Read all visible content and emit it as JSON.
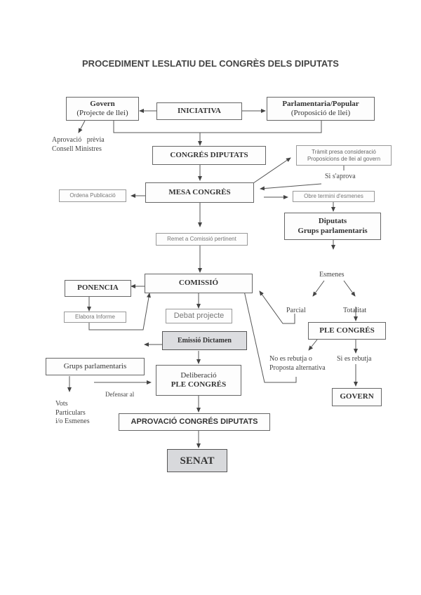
{
  "title": "PROCEDIMENT LESLATIU DEL CONGRÈS DELS DIPUTATS",
  "nodes": {
    "govern": {
      "line1": "Govern",
      "line2": "(Projecte de llei)"
    },
    "iniciativa": {
      "label": "INICIATIVA"
    },
    "parlamentaria": {
      "line1": "Parlamentaria/Popular",
      "line2": "(Proposició de llei)"
    },
    "congres_diputats": {
      "label": "CONGRÉS DIPUTATS"
    },
    "tramit": {
      "line1": "Tràmit presa consideració",
      "line2": "Proposicions de llei al govern"
    },
    "mesa_congres": {
      "label": "MESA CONGRÈS"
    },
    "ordena_publicacio": {
      "label": "Ordena Publicació"
    },
    "obre_termini": {
      "label": "Obre termini d'esmenes"
    },
    "diputats_grups": {
      "line1": "Diputats",
      "line2": "Grups parlamentaris"
    },
    "remet_comissio": {
      "label": "Remet a Comissió pertinent"
    },
    "comissio": {
      "label": "COMISSIÓ"
    },
    "ponencia": {
      "label": "PONENCIA"
    },
    "elabora_informe": {
      "label": "Elabora Informe"
    },
    "debat_projecte": {
      "label": "Debat projecte"
    },
    "emissio_dictamen": {
      "label": "Emissió Dictamen"
    },
    "ple_congres_right": {
      "label": "PLE CONGRÉS"
    },
    "grups_parlamentaris": {
      "label": "Grups parlamentaris"
    },
    "deliberacio": {
      "line1": "Deliberació",
      "line2": "PLE CONGRÉS"
    },
    "govern_bottom": {
      "label": "GOVERN"
    },
    "aprovacio": {
      "label": "APROVACIÓ CONGRÉS DIPUTATS"
    },
    "senat": {
      "label": "SENAT"
    }
  },
  "labels": {
    "aprovacio_previa": {
      "line1": "Aprovació   prèvia",
      "line2": "Consell Ministres"
    },
    "si_saprova": "Si s'aprova",
    "esmenes": "Esmenes",
    "parcial": "Parcial",
    "totalitat": "Totalitat",
    "no_es_rebutja": {
      "line1": "No es rebutja o",
      "line2": "Proposta alternativa"
    },
    "si_es_rebutja": "Si es rebutja",
    "defensar_al": "Defensar al",
    "vots_particulars": {
      "line1": "Vots",
      "line2": "Particulars",
      "line3": "i/o Esmenes"
    }
  }
}
